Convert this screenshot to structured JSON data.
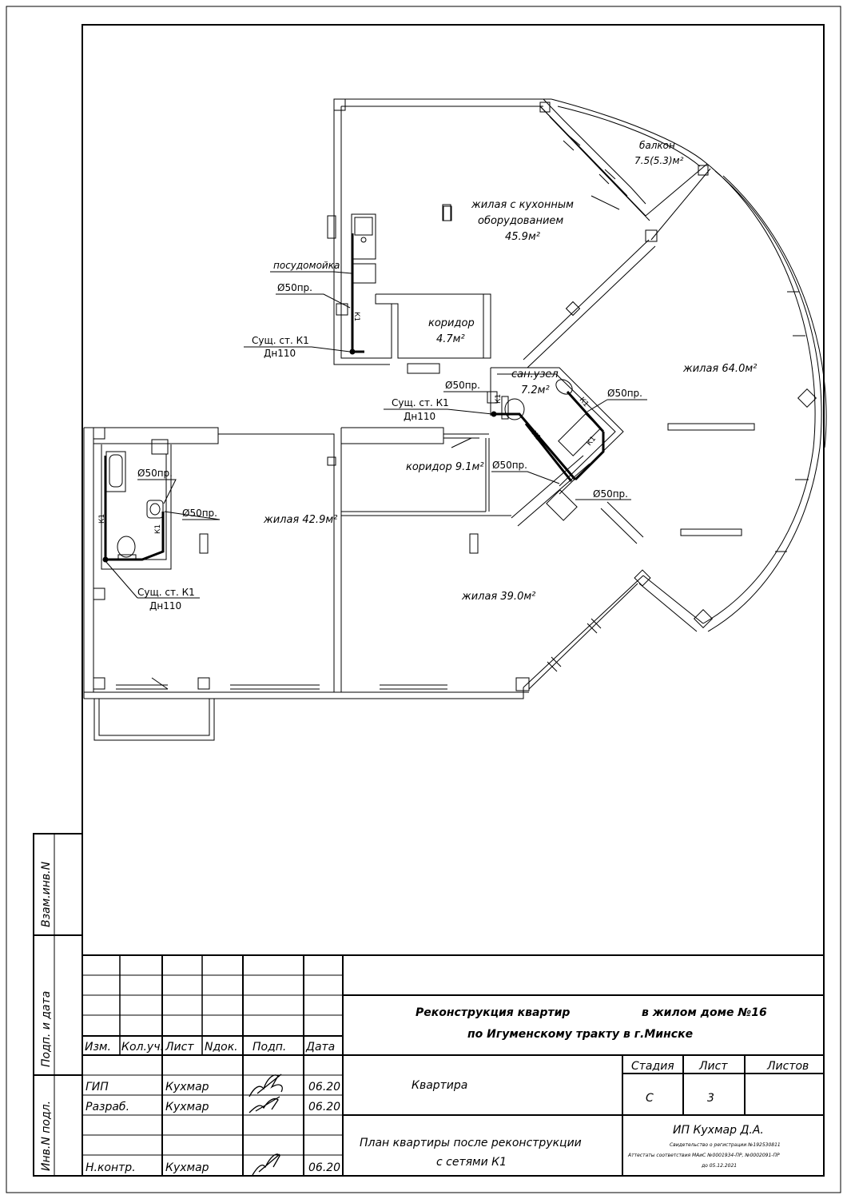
{
  "plan": {
    "rooms": [
      {
        "id": "living-kitchen",
        "line1": "жилая с кухонным",
        "line2": "оборудованием",
        "area": "45.9м²"
      },
      {
        "id": "balcony",
        "line1": "балкон",
        "area": "7.5(5.3)м²"
      },
      {
        "id": "corridor-small",
        "line1": "коридор",
        "area": "4.7м²"
      },
      {
        "id": "living-64",
        "line1": "жилая 64.0м²"
      },
      {
        "id": "bathroom",
        "line1": "сан.узел",
        "area": "7.2м²"
      },
      {
        "id": "corridor-91",
        "line1": "коридор 9.1м²"
      },
      {
        "id": "living-429",
        "line1": "жилая 42.9м²"
      },
      {
        "id": "living-390",
        "line1": "жилая 39.0м²"
      }
    ],
    "annotations": {
      "dishwasher": "посудомойка",
      "pipe_50": "Ø50пр.",
      "riser": "Сущ. ст. К1",
      "riser_diam": "Дн110",
      "pipe_tag": "К1"
    }
  },
  "stamp": {
    "side": {
      "vzam": "Взам.инв.N",
      "podp": "Подп. и дата",
      "inv": "Инв.N подл."
    },
    "headers": {
      "izm": "Изм.",
      "kol": "Кол.уч.",
      "list": "Лист",
      "ndok": "Nдок.",
      "podp": "Подп.",
      "data": "Дата"
    },
    "people": [
      {
        "role": "ГИП",
        "name": "Кухмар",
        "date": "06.20"
      },
      {
        "role": "Разраб.",
        "name": "Кухмар",
        "date": "06.20"
      },
      {
        "role": "Н.контр.",
        "name": "Кухмар",
        "date": "06.20"
      }
    ],
    "project_line1a": "Реконструкция квартир",
    "project_line1b": "в жилом доме №16",
    "project_line2": "по Игуменскому тракту в г.Минске",
    "object": "Квартира",
    "sheet_title_1": "План квартиры после реконструкции",
    "sheet_title_2": "с сетями К1",
    "stage_label": "Стадия",
    "sheet_label": "Лист",
    "sheets_label": "Листов",
    "stage": "С",
    "sheet": "3",
    "sheets": "",
    "company": "ИП Кухмар Д.А.",
    "cert1": "Свидетельство о регистрации №192530811",
    "cert2": "Аттестаты соответствия МАиС №0001934-ПР, №0002091-ПР",
    "cert3": "до 05.12.2021"
  }
}
